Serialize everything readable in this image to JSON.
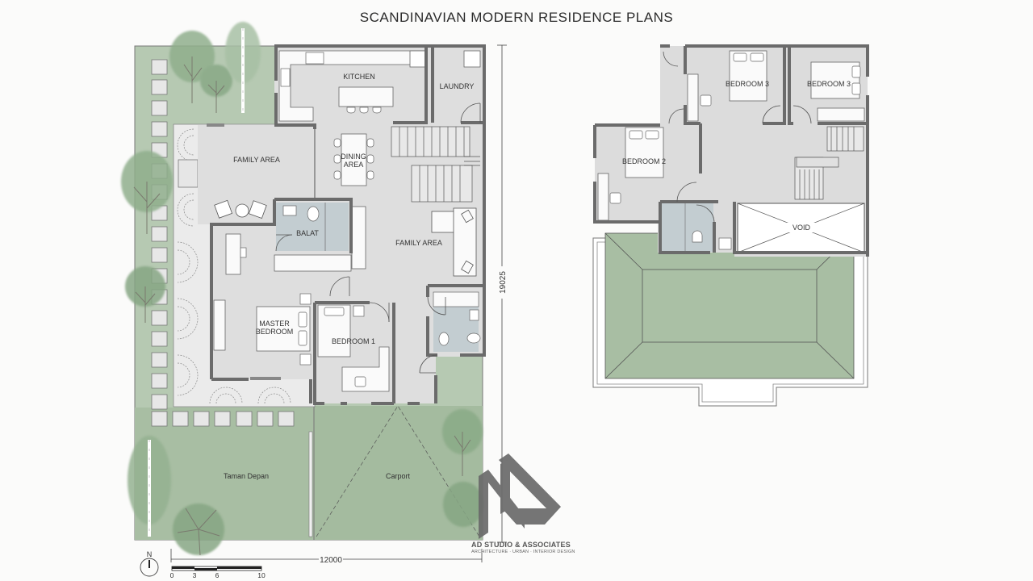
{
  "title": "SCANDINAVIAN MODERN RESIDENCE PLANS",
  "ground_floor": {
    "rooms": {
      "kitchen": "KITCHEN",
      "laundry": "LAUNDRY",
      "dining_line1": "DINING",
      "dining_line2": "AREA",
      "family_area_left": "FAMILY AREA",
      "family_area_right": "FAMILY AREA",
      "balat": "BALAT",
      "master_line1": "MASTER",
      "master_line2": "BEDROOM",
      "bedroom1": "BEDROOM 1",
      "front_garden": "Taman Depan",
      "carport": "Carport"
    },
    "dimensions": {
      "width": "12000",
      "depth": "19025"
    }
  },
  "upper_floor": {
    "rooms": {
      "bedroom3a": "BEDROOM 3",
      "bedroom3b": "BEDROOM 3",
      "bedroom2": "BEDROOM 2",
      "void": "VOID"
    }
  },
  "north_arrow": {
    "label": "N"
  },
  "scale_bar": {
    "ticks": [
      "0",
      "3",
      "6",
      "10"
    ]
  },
  "logo": {
    "name": "AD STUDIO & ASSOCIATES",
    "tagline": "ARCHITECTURE · URBAN · INTERIOR DESIGN"
  },
  "colors": {
    "landscape_green": "#9fb89a",
    "floor_gray": "#dcdcdc",
    "wall_gray": "#6b6b6b",
    "wet_area_blue": "#c3cdd1"
  }
}
